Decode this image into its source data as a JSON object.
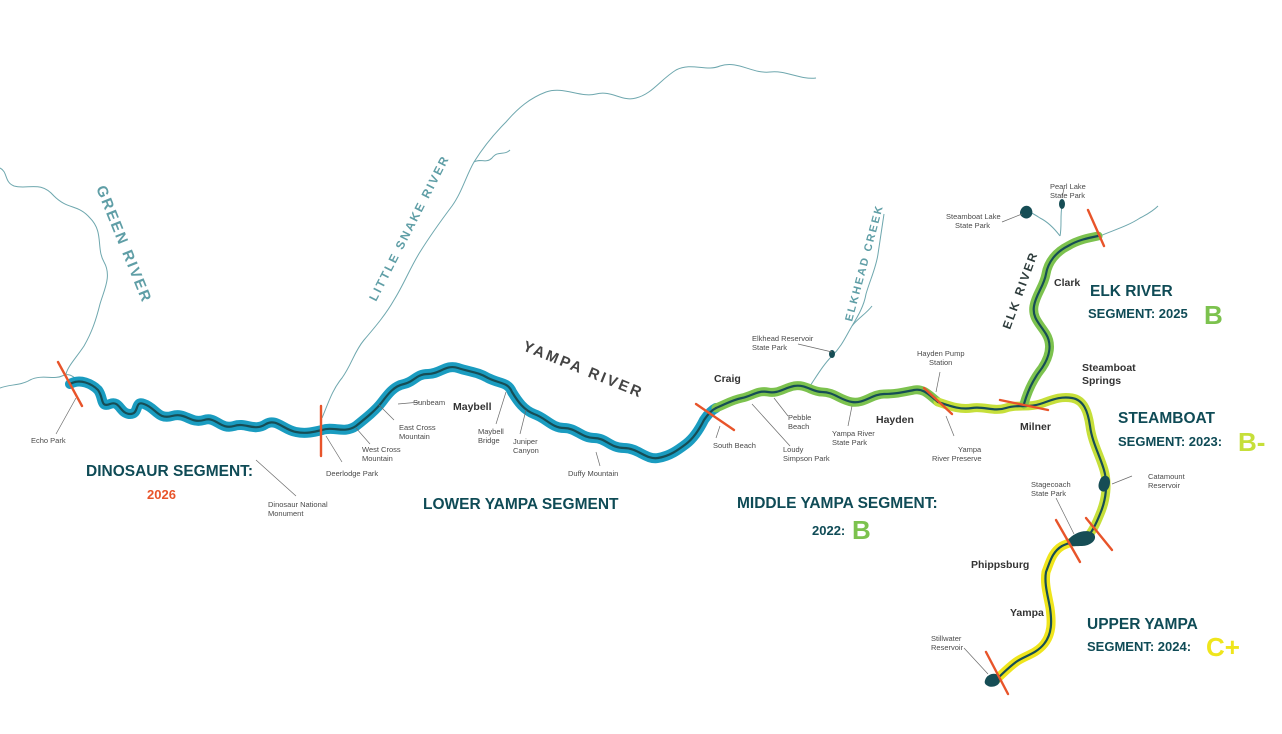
{
  "colors": {
    "dinosaur": "#1a9cc0",
    "lower_yampa": "#1a9cc0",
    "middle_yampa": "#7cc24e",
    "steamboat": "#c6df3a",
    "upper_yampa": "#efe51c",
    "elk": "#7cc24e",
    "river_core": "#164d55",
    "boundary": "#e8542a",
    "grade_b": "#7cc24e",
    "grade_b_minus": "#c6df3a",
    "grade_c_plus": "#efe51c",
    "year_2026": "#e8542a",
    "tributary": "#6ea7ae",
    "segment_label": "#0f4b56"
  },
  "rivers": {
    "green": "GREEN RIVER",
    "little_snake": "LITTLE SNAKE RIVER",
    "elkhead": "ELKHEAD CREEK",
    "yampa": "YAMPA RIVER",
    "elk": "ELK RIVER"
  },
  "places": {
    "echo_park": "Echo Park",
    "deerlodge": "Deerlodge Park",
    "dnm_1": "Dinosaur National",
    "dnm_2": "Monument",
    "west_cross_1": "West Cross",
    "west_cross_2": "Mountain",
    "sunbeam": "Sunbeam",
    "east_cross_1": "East Cross",
    "east_cross_2": "Mountain",
    "maybell": "Maybell",
    "maybell_bridge_1": "Maybell",
    "maybell_bridge_2": "Bridge",
    "juniper_1": "Juniper",
    "juniper_2": "Canyon",
    "duffy": "Duffy Mountain",
    "craig": "Craig",
    "south_beach": "South Beach",
    "pebble_1": "Pebble",
    "pebble_2": "Beach",
    "loudy_1": "Loudy",
    "loudy_2": "Simpson Park",
    "elkhead_res_1": "Elkhead Reservoir",
    "elkhead_res_2": "State Park",
    "yampa_sp_1": "Yampa River",
    "yampa_sp_2": "State Park",
    "hayden": "Hayden",
    "hayden_pump_1": "Hayden Pump",
    "hayden_pump_2": "Station",
    "yampa_preserve_1": "Yampa",
    "yampa_preserve_2": "River Preserve",
    "milner": "Milner",
    "steamboat_springs_1": "Steamboat",
    "steamboat_springs_2": "Springs",
    "clark": "Clark",
    "pearl_1": "Pearl Lake",
    "pearl_2": "State Park",
    "steamboat_lake_1": "Steamboat Lake",
    "steamboat_lake_2": "State Park",
    "catamount_1": "Catamount",
    "catamount_2": "Reservoir",
    "stagecoach_1": "Stagecoach",
    "stagecoach_2": "State Park",
    "phippsburg": "Phippsburg",
    "yampa_town": "Yampa",
    "stillwater_1": "Stillwater",
    "stillwater_2": "Reservoir"
  },
  "segments": {
    "dinosaur": {
      "name": "DINOSAUR SEGMENT:",
      "year": "2026"
    },
    "lower_yampa": {
      "name": "LOWER YAMPA SEGMENT"
    },
    "middle_yampa": {
      "name": "MIDDLE YAMPA SEGMENT:",
      "year": "2022:",
      "grade": "B"
    },
    "elk_river": {
      "line1": "ELK RIVER",
      "line2": "SEGMENT: 2025",
      "grade": "B"
    },
    "steamboat": {
      "line1": "STEAMBOAT",
      "line2": "SEGMENT: 2023:",
      "grade": "B-"
    },
    "upper_yampa": {
      "line1": "UPPER YAMPA",
      "line2": "SEGMENT: 2024:",
      "grade": "C+"
    }
  }
}
